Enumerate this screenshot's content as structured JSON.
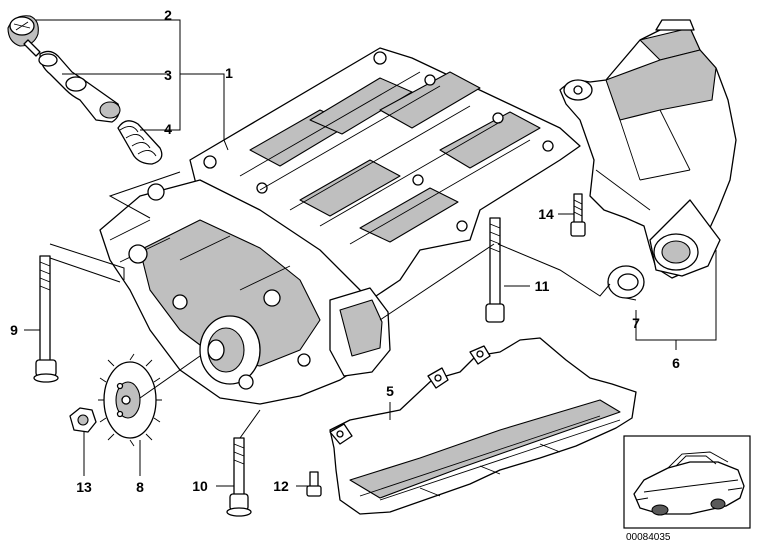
{
  "callouts": {
    "c1": "1",
    "c2": "2",
    "c3": "3",
    "c4": "4",
    "c5": "5",
    "c6": "6",
    "c7": "7",
    "c8": "8",
    "c9": "9",
    "c10": "10",
    "c11": "11",
    "c12": "12",
    "c13": "13",
    "c14": "14"
  },
  "reference_number": "00084035"
}
